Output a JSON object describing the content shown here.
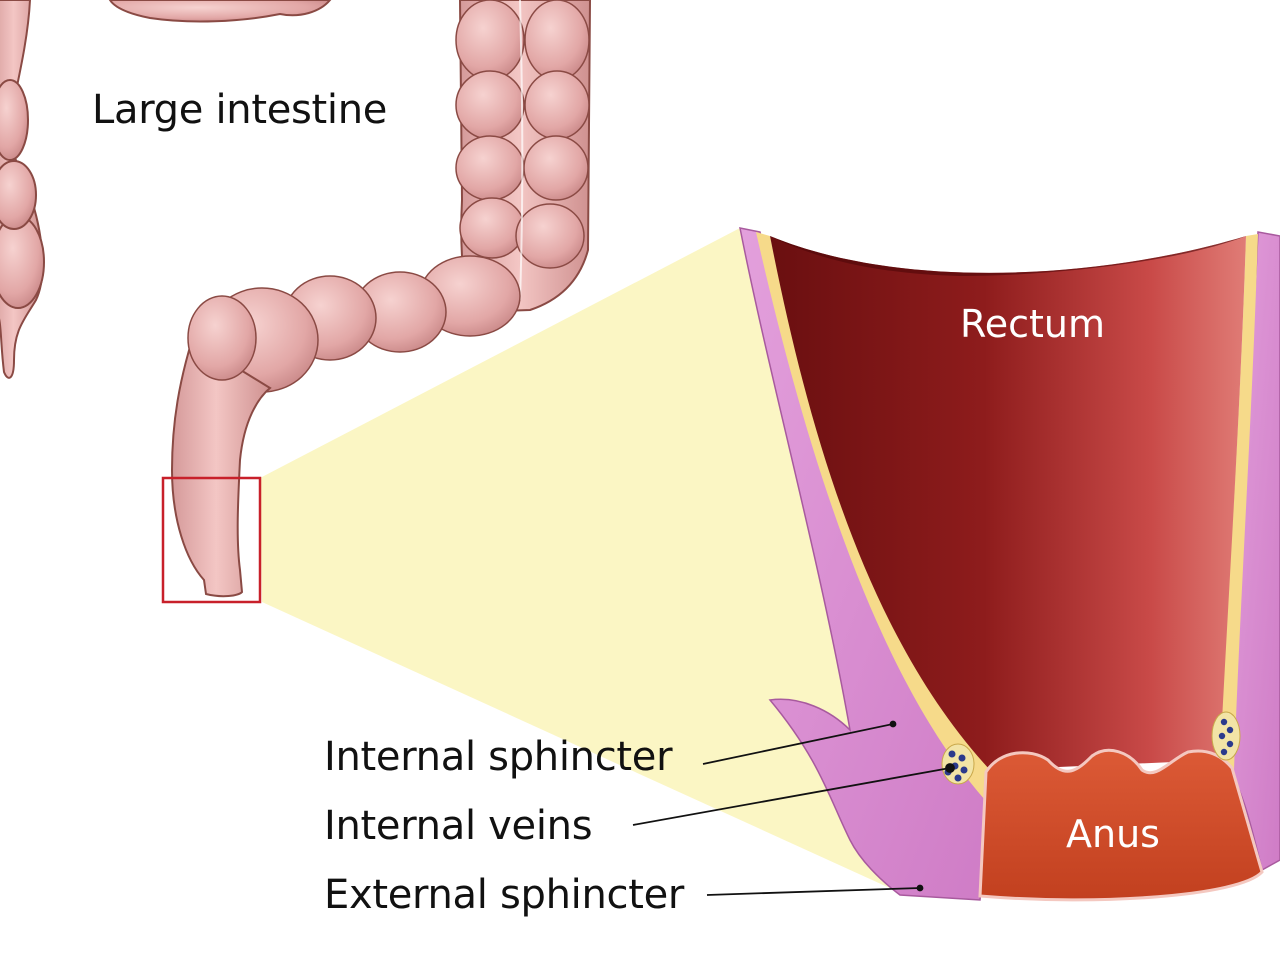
{
  "labels": {
    "large_intestine": "Large intestine",
    "rectum": "Rectum",
    "anus": "Anus",
    "internal_sphincter": "Internal sphincter",
    "internal_veins": "Internal veins",
    "external_sphincter": "External sphincter"
  },
  "colors": {
    "intestine": "#e8aeae",
    "intestine_shadow": "#c98d8d",
    "intestine_outline": "#8a4a44",
    "highlight_box": "#c8202a",
    "zoom_fill": "#fbf6c4",
    "muscle_pink": "#d98ad0",
    "fat_yellow": "#f6da8a",
    "rectum_dark": "#6a1010",
    "rectum_light": "#d45e5e",
    "anus": "#d4522e",
    "vein_blue": "#2b3a8c",
    "leader_line": "#111111"
  }
}
